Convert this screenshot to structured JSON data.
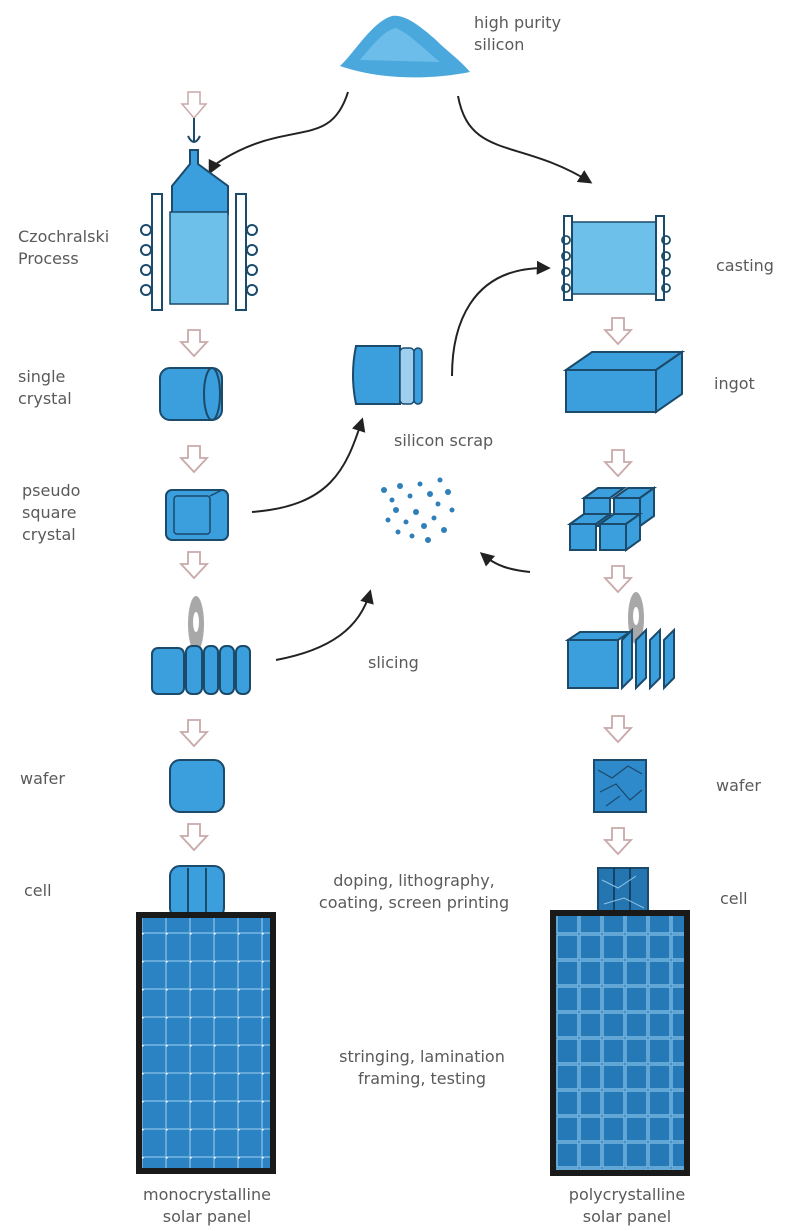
{
  "labels": {
    "source": "high purity\nsilicon",
    "czochralski": "Czochralski\nProcess",
    "single_crystal": "single\ncrystal",
    "pseudo_square": "pseudo\nsquare\ncrystal",
    "silicon_scrap": "silicon scrap",
    "slicing": "slicing",
    "casting": "casting",
    "ingot": "ingot",
    "wafer_left": "wafer",
    "wafer_right": "wafer",
    "cell_left": "cell",
    "cell_right": "cell",
    "cell_process": "doping, lithography,\ncoating, screen printing",
    "panel_process": "stringing, lamination\nframing, testing",
    "mono_panel": "monocrystalline\nsolar panel",
    "poly_panel": "polycrystalline\nsolar panel"
  },
  "colors": {
    "silicon_blue": "#3a9fdc",
    "light_blue": "#6cc0ea",
    "outline": "#1b4a6b",
    "arrow": "#222222",
    "hollow_arrow": "#c9a9a9",
    "blade": "#a8a8a8",
    "panel_frame": "#1a1a1a",
    "panel_cell": "#2b83c3"
  }
}
